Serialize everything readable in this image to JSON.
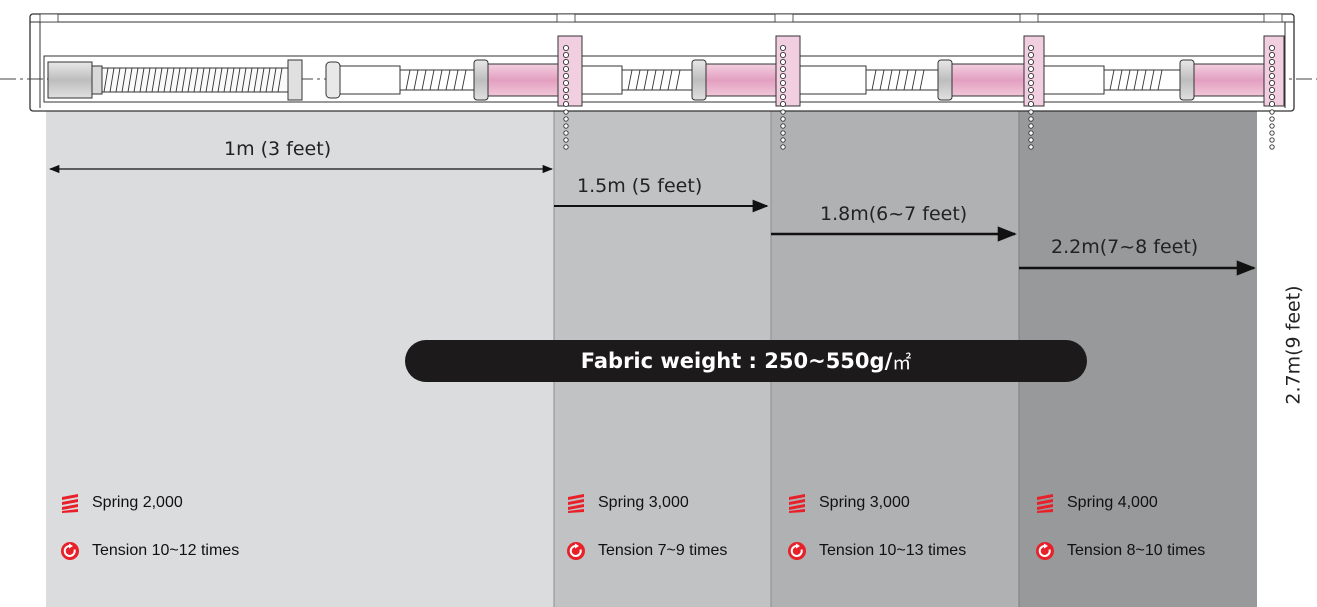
{
  "colors": {
    "panel_1": "#dbdcde",
    "panel_2": "#c1c2c4",
    "panel_3": "#b0b1b3",
    "panel_4": "#98999b",
    "fabric_pink": "#e2a4c2",
    "accent_red": "#e8202a",
    "pill_bg": "#1c1a1b"
  },
  "dimensions": {
    "d1": "1m (3 feet)",
    "d2": "1.5m (5 feet)",
    "d3": "1.8m(6~7 feet)",
    "d4": "2.2m(7~8 feet)",
    "height": "2.7m(9 feet)"
  },
  "fabric": {
    "label": "Fabric weight : 250~550g/",
    "unit": "㎡"
  },
  "panels": [
    {
      "spring": "Spring 2,000",
      "tension": "Tension 10~12 times"
    },
    {
      "spring": "Spring 3,000",
      "tension": "Tension 7~9 times"
    },
    {
      "spring": "Spring 3,000",
      "tension": "Tension 10~13 times"
    },
    {
      "spring": "Spring 4,000",
      "tension": "Tension 8~10 times"
    }
  ],
  "icons": {
    "spring": "spring-icon",
    "tension": "tension-icon"
  }
}
